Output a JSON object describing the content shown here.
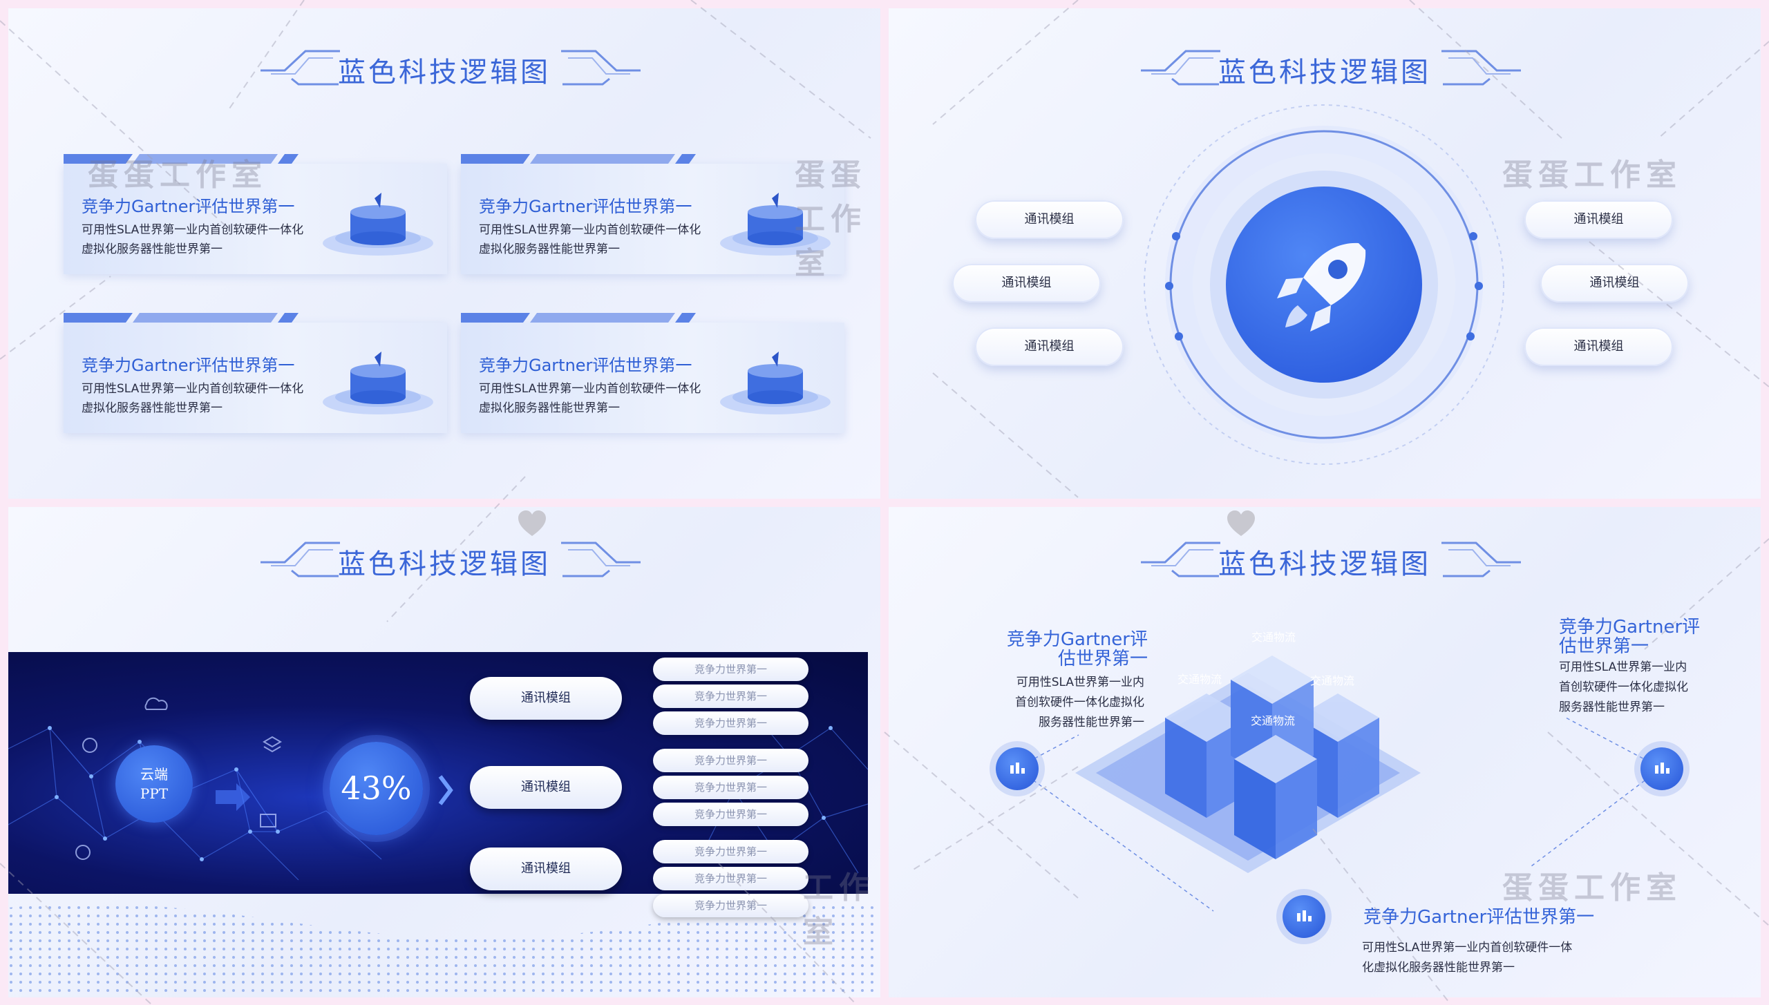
{
  "title": "蓝色科技逻辑图",
  "watermark": "蛋蛋工作室",
  "watermark_partial": "工作室",
  "panel1": {
    "cards": [
      {
        "title": "竞争力Gartner评估世界第一",
        "desc": "可用性SLA世界第一业内首创软硬件一体化虚拟化服务器性能世界第一"
      },
      {
        "title": "竞争力Gartner评估世界第一",
        "desc": "可用性SLA世界第一业内首创软硬件一体化虚拟化服务器性能世界第一"
      },
      {
        "title": "竞争力Gartner评估世界第一",
        "desc": "可用性SLA世界第一业内首创软硬件一体化虚拟化服务器性能世界第一"
      },
      {
        "title": "竞争力Gartner评估世界第一",
        "desc": "可用性SLA世界第一业内首创软硬件一体化虚拟化服务器性能世界第一"
      }
    ]
  },
  "panel2": {
    "left_pills": [
      "通讯模组",
      "通讯模组",
      "通讯模组"
    ],
    "right_pills": [
      "通讯模组",
      "通讯模组",
      "通讯模组"
    ],
    "center_icon": "rocket-icon"
  },
  "panel3": {
    "cloud_label_1": "云端",
    "cloud_label_2": "PPT",
    "percent": "43%",
    "modules": [
      "通讯模组",
      "通讯模组",
      "通讯模组"
    ],
    "sub_items": [
      "竞争力世界第一",
      "竞争力世界第一",
      "竞争力世界第一",
      "竞争力世界第一",
      "竞争力世界第一",
      "竞争力世界第一",
      "竞争力世界第一",
      "竞争力世界第一",
      "竞争力世界第一"
    ]
  },
  "panel4": {
    "cube_labels": [
      "交通物流",
      "交通物流",
      "交通物流",
      "交通物流"
    ],
    "left": {
      "title_1": "竞争力Gartner评",
      "title_2": "估世界第一",
      "desc_1": "可用性SLA世界第一业内",
      "desc_2": "首创软硬件一体化虚拟化",
      "desc_3": "服务器性能世界第一"
    },
    "right": {
      "title_1": "竞争力Gartner评",
      "title_2": "估世界第一",
      "desc_1": "可用性SLA世界第一业内",
      "desc_2": "首创软硬件一体化虚拟化",
      "desc_3": "服务器性能世界第一"
    },
    "bottom": {
      "title": "竞争力Gartner评估世界第一",
      "desc_1": "可用性SLA世界第一业内首创软硬件一体",
      "desc_2": "化虚拟化服务器性能世界第一"
    }
  },
  "colors": {
    "accent": "#3a66d8",
    "dark": "#0c1466",
    "pink_bg": "#fbe9f6"
  }
}
